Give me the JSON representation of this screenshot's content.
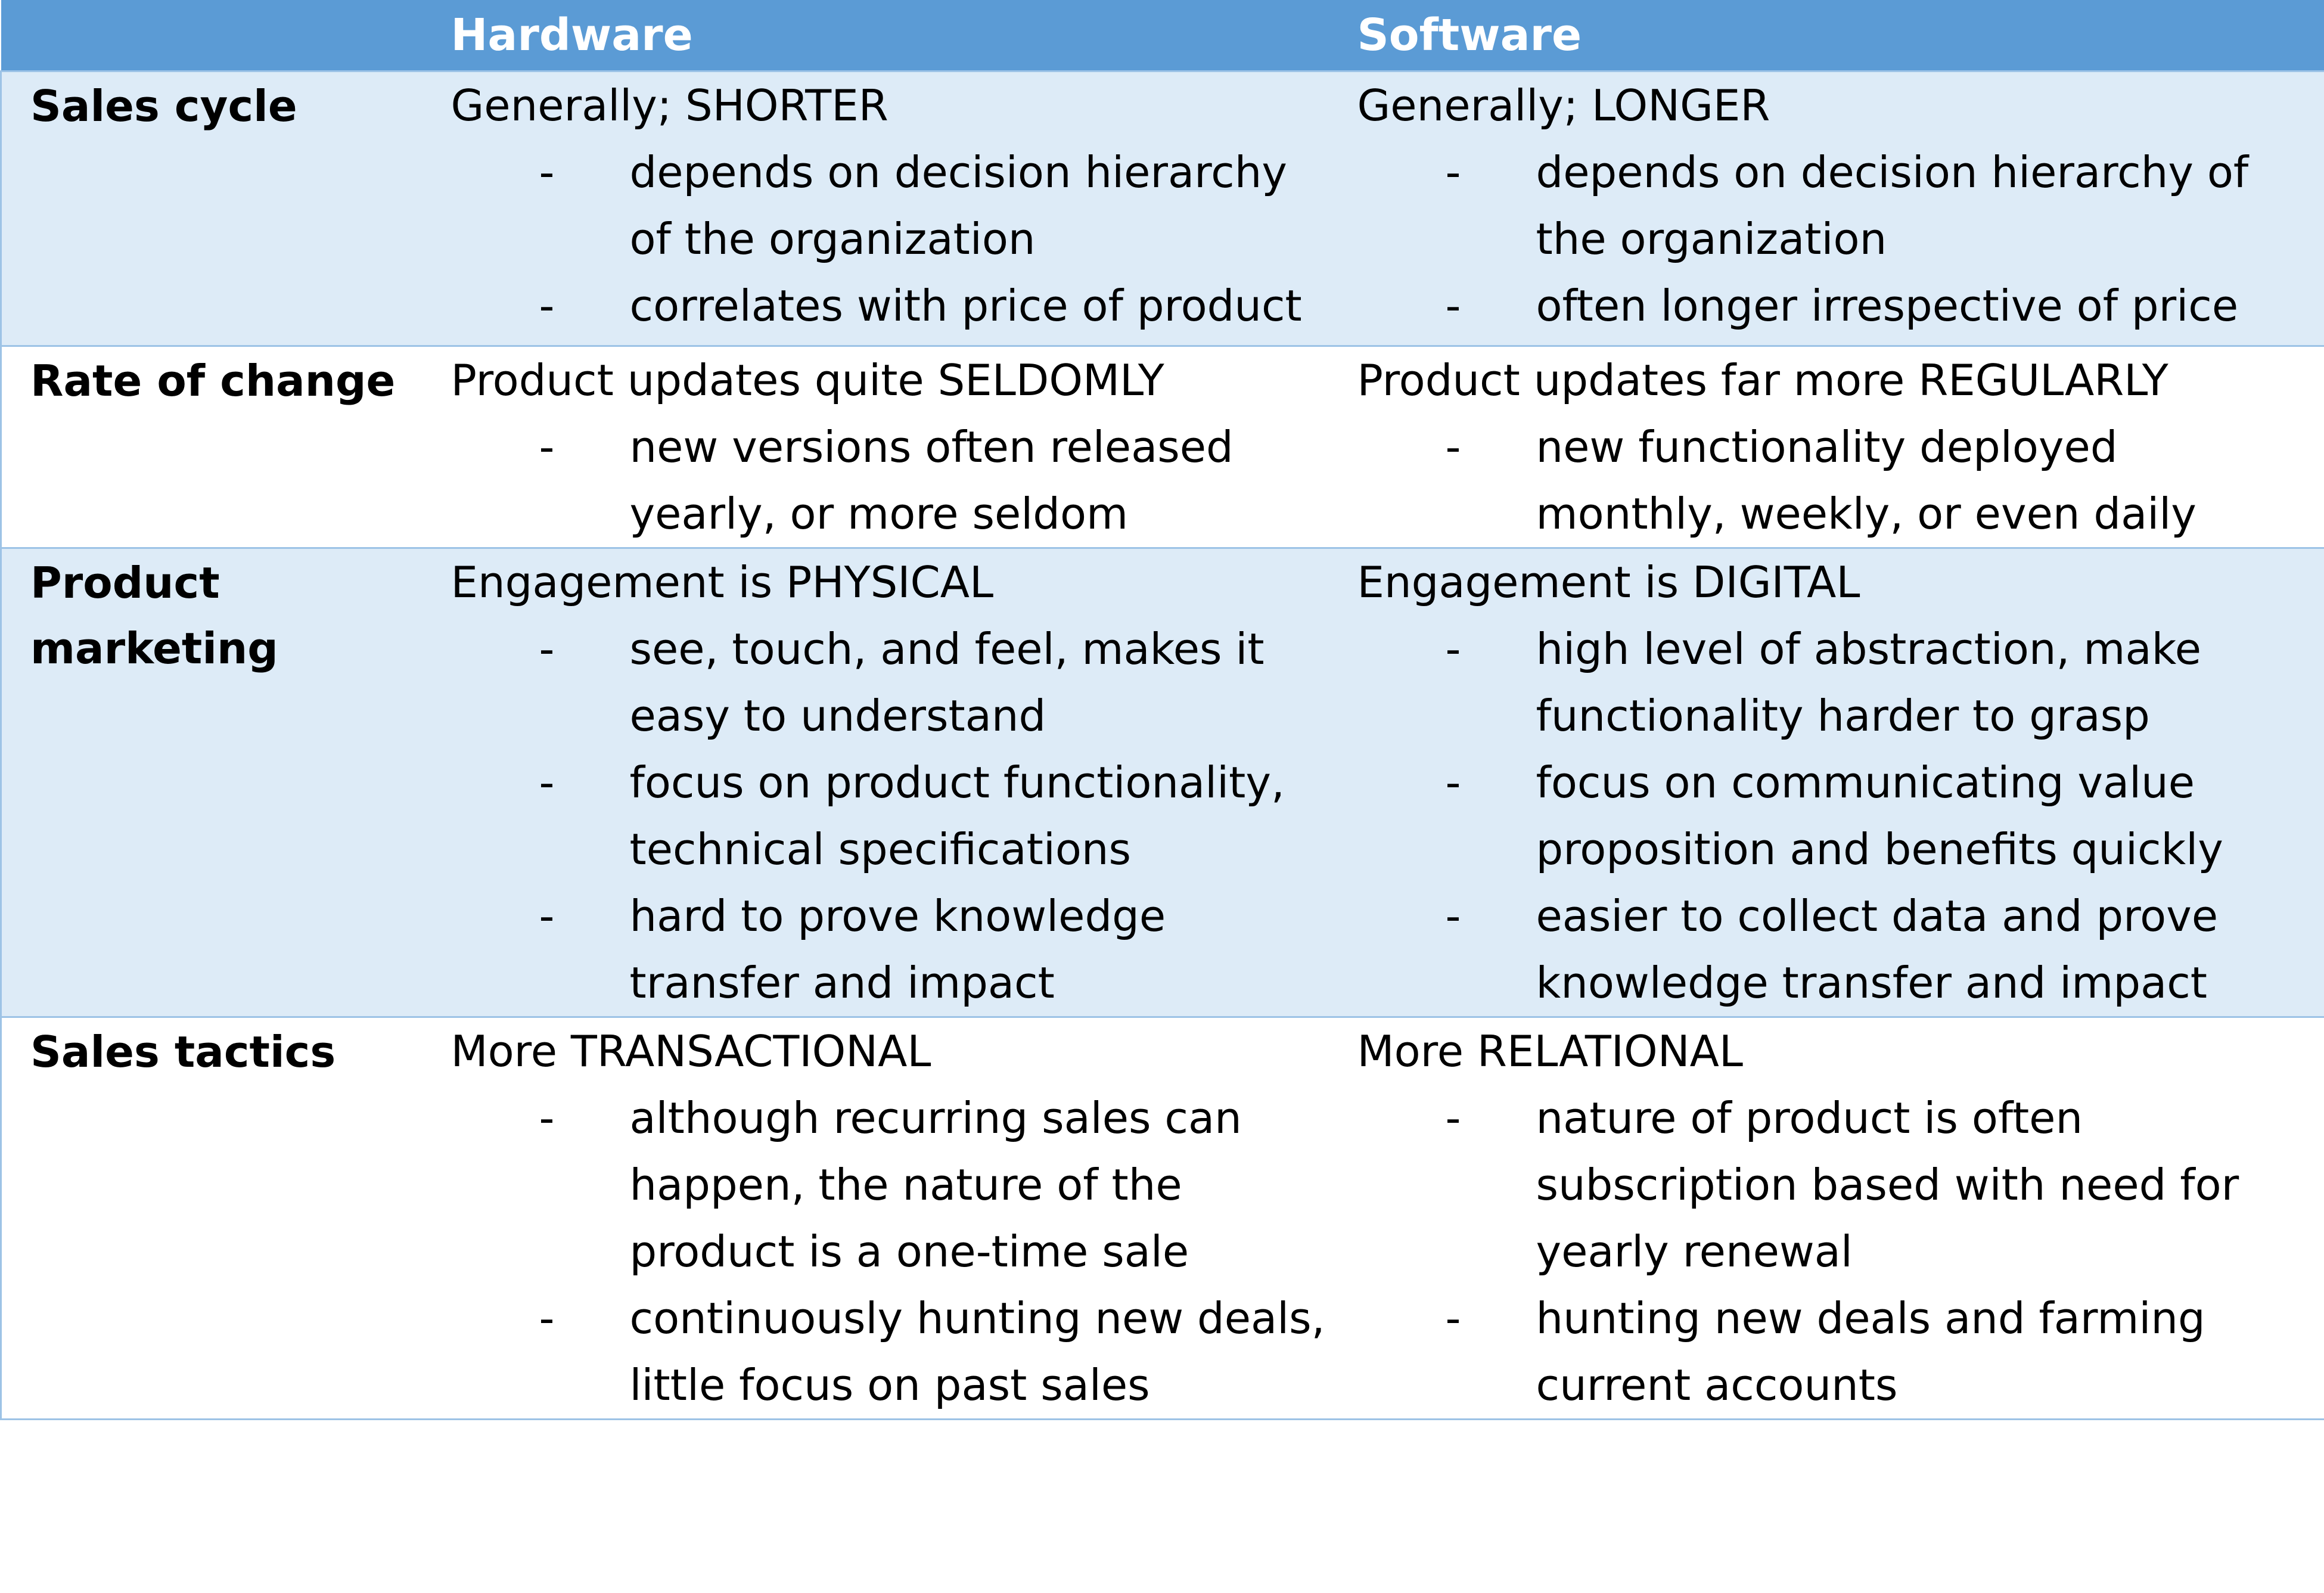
{
  "header": {
    "col0": "",
    "hardware": "Hardware",
    "software": "Software"
  },
  "rows": [
    {
      "label": "Sales cycle",
      "hardware": {
        "lead": "Generally; SHORTER",
        "bullets": [
          "depends on decision hierarchy of the organization",
          "correlates with price of product"
        ]
      },
      "software": {
        "lead": "Generally; LONGER",
        "bullets": [
          "depends on decision hierarchy of the organization",
          "often longer irrespective of price"
        ]
      }
    },
    {
      "label": "Rate of change",
      "hardware": {
        "lead": "Product updates quite SELDOMLY",
        "bullets": [
          "new versions often released yearly, or more seldom"
        ]
      },
      "software": {
        "lead": "Product updates far more REGULARLY",
        "bullets": [
          "new functionality deployed monthly, weekly, or even daily"
        ]
      }
    },
    {
      "label": "Product marketing",
      "hardware": {
        "lead": "Engagement is PHYSICAL",
        "bullets": [
          "see, touch, and feel, makes it easy to understand",
          "focus on product functionality, technical specifications",
          "hard to prove knowledge transfer and impact"
        ]
      },
      "software": {
        "lead": "Engagement is DIGITAL",
        "bullets": [
          "high level of abstraction, make functionality harder to grasp",
          "focus on communicating value proposition and benefits quickly",
          "easier to collect data and prove knowledge transfer and impact"
        ]
      }
    },
    {
      "label": "Sales tactics",
      "hardware": {
        "lead": "More TRANSACTIONAL",
        "bullets": [
          "although recurring sales can happen, the nature of the product is a one-time sale",
          "continuously hunting new deals, little focus on past sales"
        ]
      },
      "software": {
        "lead": "More RELATIONAL",
        "bullets": [
          "nature of product is often subscription based with need for yearly renewal",
          "hunting new deals and farming current accounts"
        ]
      }
    }
  ],
  "bullet_marker": "-",
  "colors": {
    "header_bg": "#5b9bd5",
    "header_text": "#ffffff",
    "band_bg": "#ddebf7",
    "border": "#9dc3e6"
  }
}
